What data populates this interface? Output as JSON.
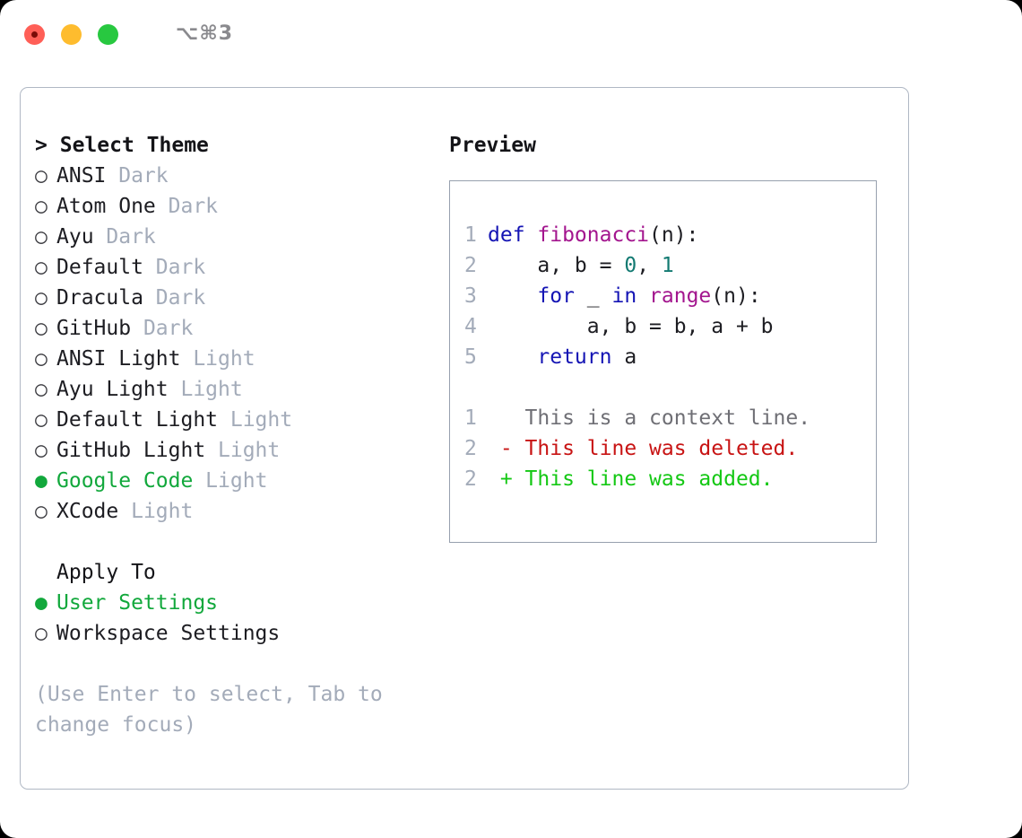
{
  "titlebar": {
    "shortcut": "⌥⌘3",
    "buttons": [
      "close",
      "minimize",
      "maximize"
    ]
  },
  "theme_picker": {
    "heading": "Select Theme",
    "caret": ">",
    "bullet_selected": "●",
    "bullet_unselected": "○",
    "options": [
      {
        "name": "ANSI",
        "tag": "Dark",
        "selected": false
      },
      {
        "name": "Atom One",
        "tag": "Dark",
        "selected": false
      },
      {
        "name": "Ayu",
        "tag": "Dark",
        "selected": false
      },
      {
        "name": "Default",
        "tag": "Dark",
        "selected": false
      },
      {
        "name": "Dracula",
        "tag": "Dark",
        "selected": false
      },
      {
        "name": "GitHub",
        "tag": "Dark",
        "selected": false
      },
      {
        "name": "ANSI Light",
        "tag": "Light",
        "selected": false
      },
      {
        "name": "Ayu Light",
        "tag": "Light",
        "selected": false
      },
      {
        "name": "Default Light",
        "tag": "Light",
        "selected": false
      },
      {
        "name": "GitHub Light",
        "tag": "Light",
        "selected": false
      },
      {
        "name": "Google Code",
        "tag": "Light",
        "selected": true
      },
      {
        "name": "XCode",
        "tag": "Light",
        "selected": false
      }
    ]
  },
  "apply_to": {
    "heading": "Apply To",
    "options": [
      {
        "name": "User Settings",
        "selected": true
      },
      {
        "name": "Workspace Settings",
        "selected": false
      }
    ]
  },
  "hint": "(Use Enter to select, Tab to change focus)",
  "preview": {
    "title": "Preview",
    "code_lines": [
      {
        "num": "1",
        "tokens": [
          {
            "t": "def ",
            "c": "kw"
          },
          {
            "t": "fibonacci",
            "c": "fn"
          },
          {
            "t": "(n):",
            "c": "plain"
          }
        ]
      },
      {
        "num": "2",
        "tokens": [
          {
            "t": "    a, b = ",
            "c": "plain"
          },
          {
            "t": "0",
            "c": "num"
          },
          {
            "t": ", ",
            "c": "plain"
          },
          {
            "t": "1",
            "c": "num"
          }
        ]
      },
      {
        "num": "3",
        "tokens": [
          {
            "t": "    ",
            "c": "plain"
          },
          {
            "t": "for",
            "c": "kw"
          },
          {
            "t": " _ ",
            "c": "plain"
          },
          {
            "t": "in",
            "c": "kw"
          },
          {
            "t": " ",
            "c": "plain"
          },
          {
            "t": "range",
            "c": "fn"
          },
          {
            "t": "(n):",
            "c": "plain"
          }
        ]
      },
      {
        "num": "4",
        "tokens": [
          {
            "t": "        a, b = b, a + b",
            "c": "plain"
          }
        ]
      },
      {
        "num": "5",
        "tokens": [
          {
            "t": "    ",
            "c": "plain"
          },
          {
            "t": "return",
            "c": "kw"
          },
          {
            "t": " a",
            "c": "plain"
          }
        ]
      }
    ],
    "diff_lines": [
      {
        "num": "1",
        "marker": " ",
        "text": " This is a context line.",
        "kind": "ctx"
      },
      {
        "num": "2",
        "marker": "-",
        "text": " This line was deleted.",
        "kind": "del"
      },
      {
        "num": "2",
        "marker": "+",
        "text": " This line was added.",
        "kind": "add"
      }
    ]
  },
  "colors": {
    "selected_green": "#12a83c",
    "muted": "#a3abb9",
    "keyword": "#1414b4",
    "function": "#a3158e",
    "number": "#137a72",
    "diff_added": "#14c814",
    "diff_deleted": "#c81414",
    "panel_border": "#b0b8c4",
    "preview_border": "#97a0ae",
    "traffic_red": "#ff5f57",
    "traffic_yellow": "#febc2e",
    "traffic_green": "#28c840"
  }
}
